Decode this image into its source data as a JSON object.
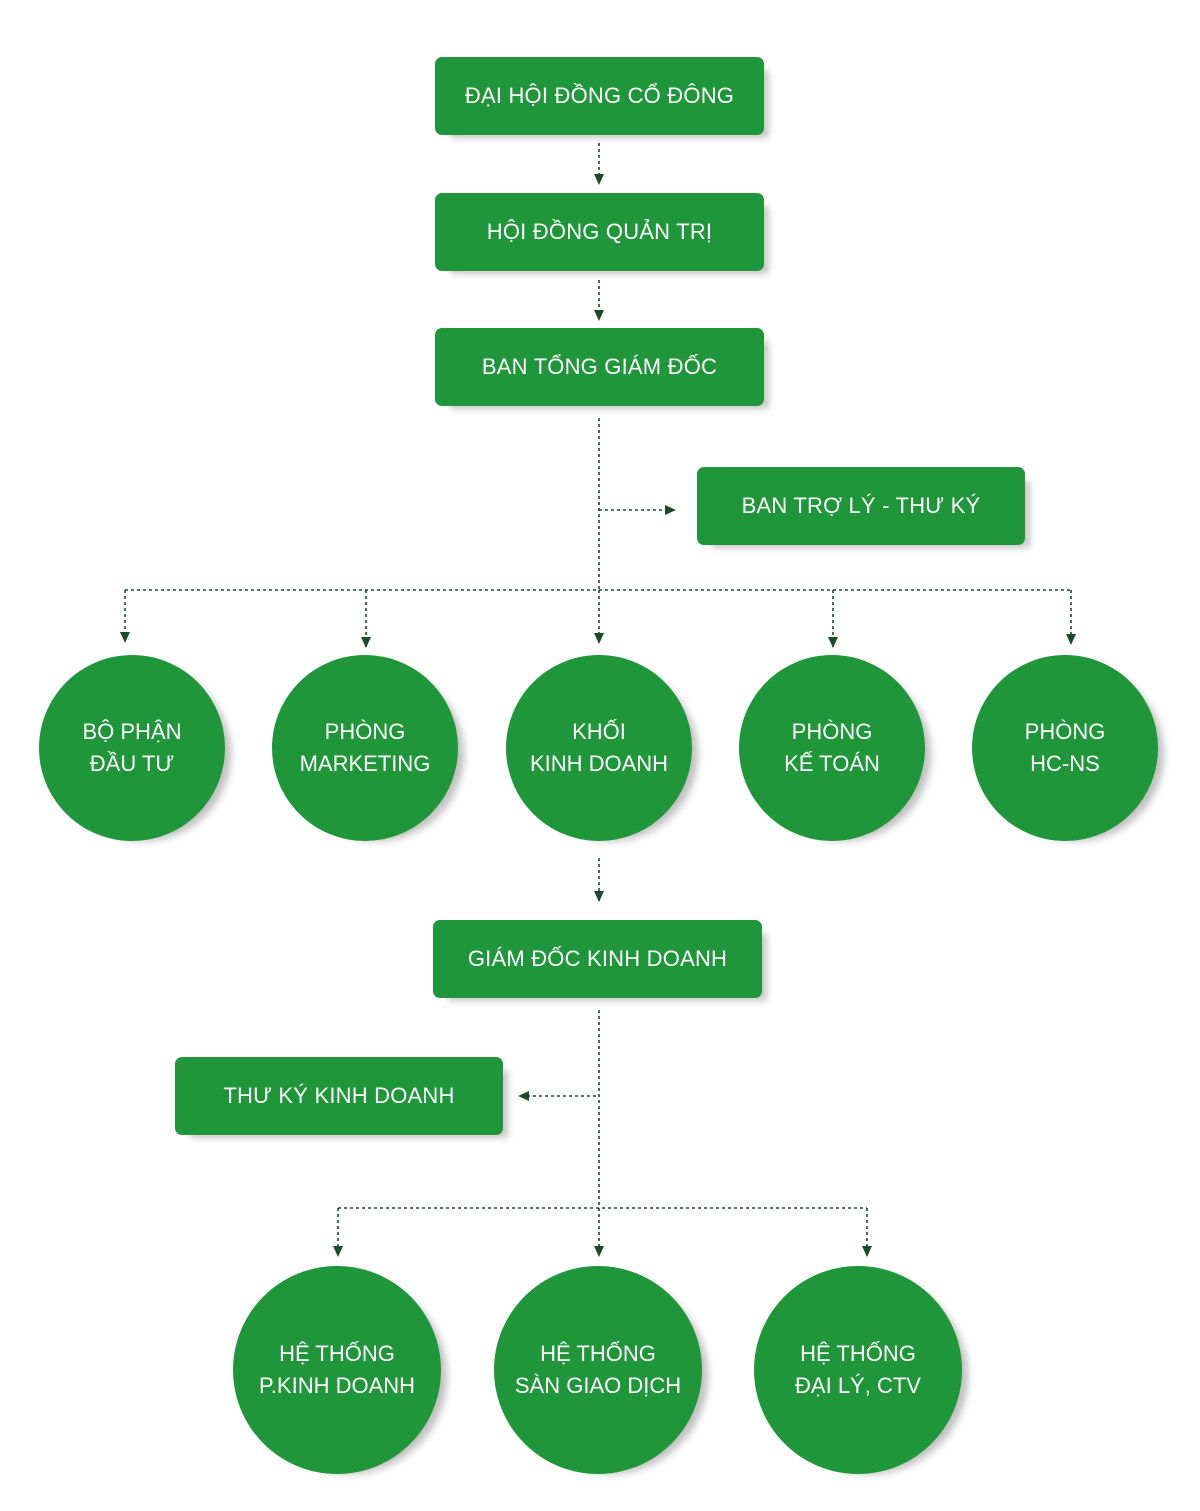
{
  "chart": {
    "nodes": {
      "shareholders": "ĐẠI HỘI ĐỒNG CỔ ĐÔNG",
      "board": "HỘI ĐỒNG QUẢN TRỊ",
      "executive": "BAN TỔNG GIÁM ĐỐC",
      "assistant": "BAN TRỢ LÝ - THƯ KÝ",
      "investment": [
        "BỘ PHẬN",
        "ĐẦU TƯ"
      ],
      "marketing": [
        "PHÒNG",
        "MARKETING"
      ],
      "business_block": [
        "KHỐI",
        "KINH DOANH"
      ],
      "accounting": [
        "PHÒNG",
        "KẾ TOÁN"
      ],
      "hr": [
        "PHÒNG",
        "HC-NS"
      ],
      "sales_director": "GIÁM ĐỐC KINH DOANH",
      "sales_secretary": "THƯ KÝ KINH DOANH",
      "sales_dept_system": [
        "HỆ THỐNG",
        "P.KINH DOANH"
      ],
      "exchange_system": [
        "HỆ THỐNG",
        "SÀN GIAO DỊCH"
      ],
      "agent_system": [
        "HỆ THỐNG",
        "ĐẠI LÝ, CTV"
      ]
    },
    "colors": {
      "node_fill": "#1e9639",
      "connector": "#1c4a2b",
      "text": "#ffffff"
    }
  }
}
